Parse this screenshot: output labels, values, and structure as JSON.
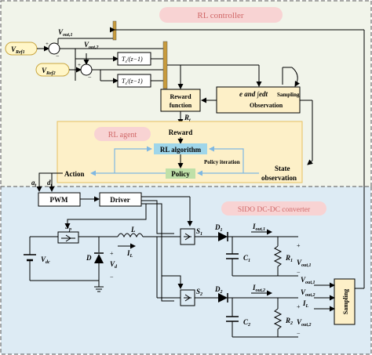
{
  "rl_controller": {
    "title": "RL controller",
    "v_ref1": "V",
    "v_ref1_sub": "Ref1",
    "v_ref2": "V",
    "v_ref2_sub": "Ref2",
    "v_out1": "V",
    "v_out1_sub": "out,1",
    "v_out2": "V",
    "v_out2_sub": "out,2",
    "sum_plus": "+",
    "sum_minus": "−",
    "delay_block": "T",
    "delay_block_sub": "s",
    "delay_block_rest": "/(z−1)",
    "reward_fn_line1": "Reward",
    "reward_fn_line2": "function",
    "obs_line1": "e and ∫edt",
    "obs_sampling": "Sampling",
    "obs_line2": "Observation",
    "r_t": "R",
    "r_t_sub": "t"
  },
  "rl_agent": {
    "title": "RL agent",
    "reward": "Reward",
    "algorithm": "RL algorithm",
    "policy_iteration": "Policy iteration",
    "policy": "Policy",
    "action": "Action",
    "state_line1": "State",
    "state_line2": "observation",
    "a_t": "a",
    "a_t_sub": "t",
    "d_t": "d",
    "d_t_sub": "t"
  },
  "converter": {
    "title": "SIDO DC-DC converter",
    "pwm": "PWM",
    "driver": "Driver",
    "sp": "S",
    "sp_sub": "p",
    "s1": "S",
    "s1_sub": "1",
    "s2": "S",
    "s2_sub": "2",
    "d1": "D",
    "d1_sub": "1",
    "d2": "D",
    "d2_sub": "2",
    "l": "L",
    "il": "I",
    "il_sub": "L",
    "d": "D",
    "vdc": "V",
    "vdc_sub": "dc",
    "vd": "V",
    "vd_sub": "d",
    "c1": "C",
    "c1_sub": "1",
    "c2": "C",
    "c2_sub": "2",
    "r1": "R",
    "r1_sub": "1",
    "r2": "R",
    "r2_sub": "2",
    "iout1": "I",
    "iout1_sub": "out,1",
    "iout2": "I",
    "iout2_sub": "out,2",
    "vout1": "V",
    "vout1_sub": "out,1",
    "vout2": "V",
    "vout2_sub": "out,2",
    "plus": "+",
    "minus": "−",
    "sampling": "Sampling",
    "samp_v1": "V",
    "samp_v1_sub": "out,1",
    "samp_v2": "V",
    "samp_v2_sub": "out,2",
    "samp_il": "I",
    "samp_il_sub": "L"
  },
  "colors": {
    "top_bg": "#f1f4ea",
    "bottom_bg": "#ddebf4",
    "pill": "#f8d3d3",
    "agent_bg": "#fdf0c8",
    "agent_border": "#e8c060",
    "algo_bg": "#9fd6ea",
    "policy_bg": "#bfe0a8",
    "obs_bg": "#fdf0c8",
    "accent_arrow": "#9cc6e6",
    "title_red": "#d06868",
    "wire": "#000000"
  }
}
